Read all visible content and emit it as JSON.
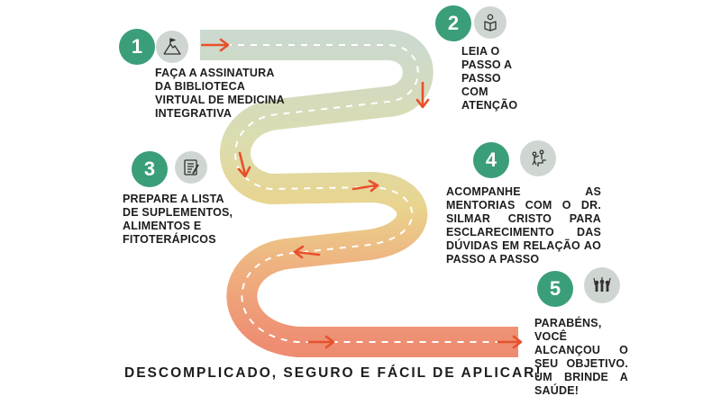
{
  "colors": {
    "step_badge": "#3a9e79",
    "icon_circle": "#cfd6d2",
    "arrow": "#e8502c",
    "road_start": "#cbd9cf",
    "road_middle": "#e9d48e",
    "road_end": "#ee8c72",
    "text": "#1d1d1d"
  },
  "steps": [
    {
      "number": "1",
      "icon": "mountain-flag-icon",
      "text": "FAÇA A ASSINATURA DA BIBLIOTECA VIRTUAL DE MEDICINA INTEGRATIVA"
    },
    {
      "number": "2",
      "icon": "reading-book-icon",
      "text": "LEIA O PASSO A PASSO COM ATENÇÃO"
    },
    {
      "number": "3",
      "icon": "checklist-icon",
      "text": "PREPARE A LISTA DE SUPLEMENTOS, ALIMENTOS E FITOTERÁPICOS"
    },
    {
      "number": "4",
      "icon": "mentor-climb-icon",
      "text": "ACOMPANHE AS MENTORIAS COM O DR. SILMAR CRISTO PARA ESCLARECIMENTO DAS DÚVIDAS EM RELAÇÃO AO PASSO A PASSO"
    },
    {
      "number": "5",
      "icon": "team-celebration-icon",
      "text": "PARABÉNS, VOCÊ ALCANÇOU O SEU OBJETIVO. UM BRINDE A SAÚDE!"
    }
  ],
  "footer": "DESCOMPLICADO, SEGURO E FÁCIL DE APLICAR!"
}
